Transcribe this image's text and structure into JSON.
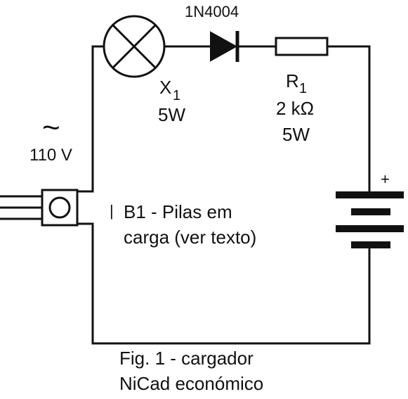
{
  "diagram": {
    "source_symbol": "~",
    "source_voltage": "110 V",
    "lamp": {
      "ref_letter": "X",
      "ref_sub": "1",
      "rating": "5W"
    },
    "diode": {
      "part": "1N4004"
    },
    "resistor": {
      "ref_letter": "R",
      "ref_sub": "1",
      "value": "2 kΩ",
      "rating": "5W"
    },
    "battery": {
      "plus": "+",
      "mark": "|",
      "label_line1": "B1 - Pilas em",
      "label_line2": "carga (ver texto)"
    },
    "caption": {
      "line1": "Fig. 1 - cargador",
      "line2": "NiCad económico"
    }
  }
}
